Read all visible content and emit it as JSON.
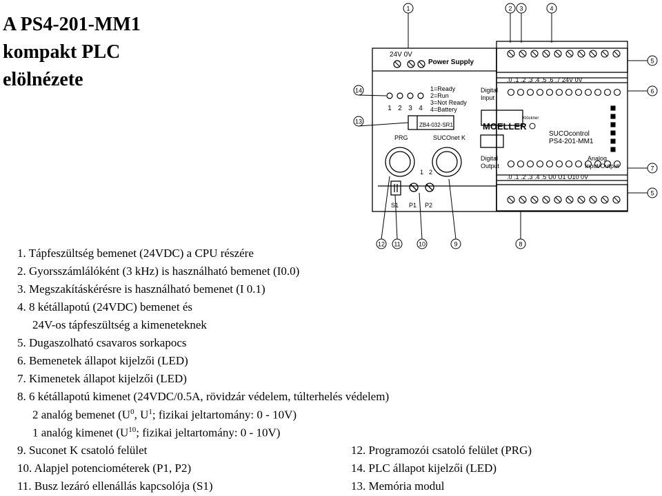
{
  "title": {
    "line1": "A PS4-201-MM1",
    "line2": "kompakt PLC",
    "line3": "elölnézete"
  },
  "callouts": [
    "1",
    "2",
    "3",
    "4",
    "5",
    "6",
    "7",
    "5",
    "8",
    "9",
    "10",
    "11",
    "12",
    "13",
    "14"
  ],
  "device": {
    "power_terminals": "24V  0V",
    "power_supply": "Power Supply",
    "status_list": [
      "1=Ready",
      "2=Run",
      "3=Not Ready",
      "4=Battery"
    ],
    "status_numbers": [
      "1",
      "2",
      "3",
      "4"
    ],
    "module_code": "ZB4-032-SR1",
    "prg": "PRG",
    "suconet": "SUCOnet K",
    "ports": [
      "1",
      "2"
    ],
    "switches": [
      "S1",
      "P1",
      "P2"
    ],
    "digital_input": [
      "Digital",
      "Input"
    ],
    "input_labels": ".0 .1 .2 .3 .4 .5 .6 .7  24V 0V",
    "brand_small": "Klöckner",
    "brand": "MOELLER",
    "product": [
      "SUCOcontrol",
      "PS4-201-MM1"
    ],
    "digital_output": [
      "Digital",
      "Output"
    ],
    "analog": [
      "Analog",
      "Input/Output"
    ],
    "output_labels": ".0 .1 .2 .3 .4 .5 U0 U1 U10 0V"
  },
  "legend": {
    "i1": "1. Tápfeszültség bemenet (24VDC) a CPU részére",
    "i2": "2. Gyorsszámlálóként (3 kHz) is használható bemenet (I0.0)",
    "i3": "3. Megszakításkérésre is használható bemenet (I 0.1)",
    "i4a": "4. 8 kétállapotú (24VDC) bemenet és",
    "i4b": "24V-os tápfeszültség a kimeneteknek",
    "i5": "5. Dugaszolható csavaros sorkapocs",
    "i6": "6. Bemenetek állapot kijelzői (LED)",
    "i7": "7. Kimenetek állapot kijelzői (LED)",
    "i8": "8. 6 kétállapotú kimenet (24VDC/0.5A, rövidzár védelem, túlterhelés védelem)",
    "analog_in": {
      "a": "2 analóg bemenet (U",
      "s1": "0",
      "b": ", U",
      "s2": "1",
      "c": "; fizikai jeltartomány: 0 - 10V)"
    },
    "analog_out": {
      "a": "1 analóg kimenet (U",
      "s1": "10",
      "c": "; fizikai jeltartomány: 0 - 10V)"
    },
    "i9": "9. Suconet K csatoló felület",
    "i10": "10. Alapjel potenciométerek (P1, P2)",
    "i11": "11. Busz lezáró ellenállás kapcsolója (S1)",
    "i12": "12. Programozói csatoló felület (PRG)",
    "i14": "14. PLC állapot kijelzői (LED)",
    "i13": "13. Memória modul"
  }
}
